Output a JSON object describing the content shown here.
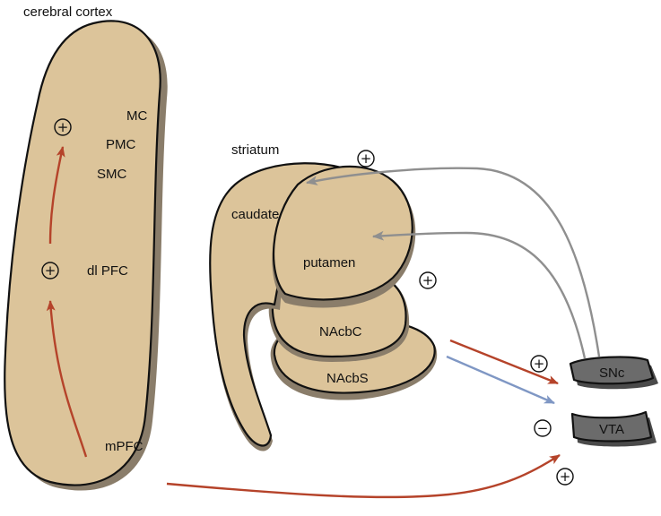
{
  "labels": {
    "cortex_title": "cerebral cortex",
    "mc": "MC",
    "pmc": "PMC",
    "smc": "SMC",
    "dlpfc": "dl PFC",
    "mpfc": "mPFC",
    "striatum_title": "striatum",
    "caudate": "caudate",
    "putamen": "putamen",
    "nacbc": "NAcbC",
    "nacbs": "NAcbS",
    "snc": "SNc",
    "vta": "VTA"
  },
  "signs": {
    "cortex_top": "+",
    "cortex_mid": "+",
    "striatum_top": "+",
    "putamen_right": "+",
    "to_snc": "+",
    "to_vta": "−",
    "bottom": "+"
  },
  "colors": {
    "tissue": "#dcc49a",
    "tissue_shadow": "#8a7d6a",
    "nucleus": "#6b6b6b",
    "nucleus_shadow": "#4a4a4a",
    "red_arrow": "#b5432a",
    "blue_arrow": "#7f97c4",
    "gray_arrow": "#8f8f8f"
  }
}
